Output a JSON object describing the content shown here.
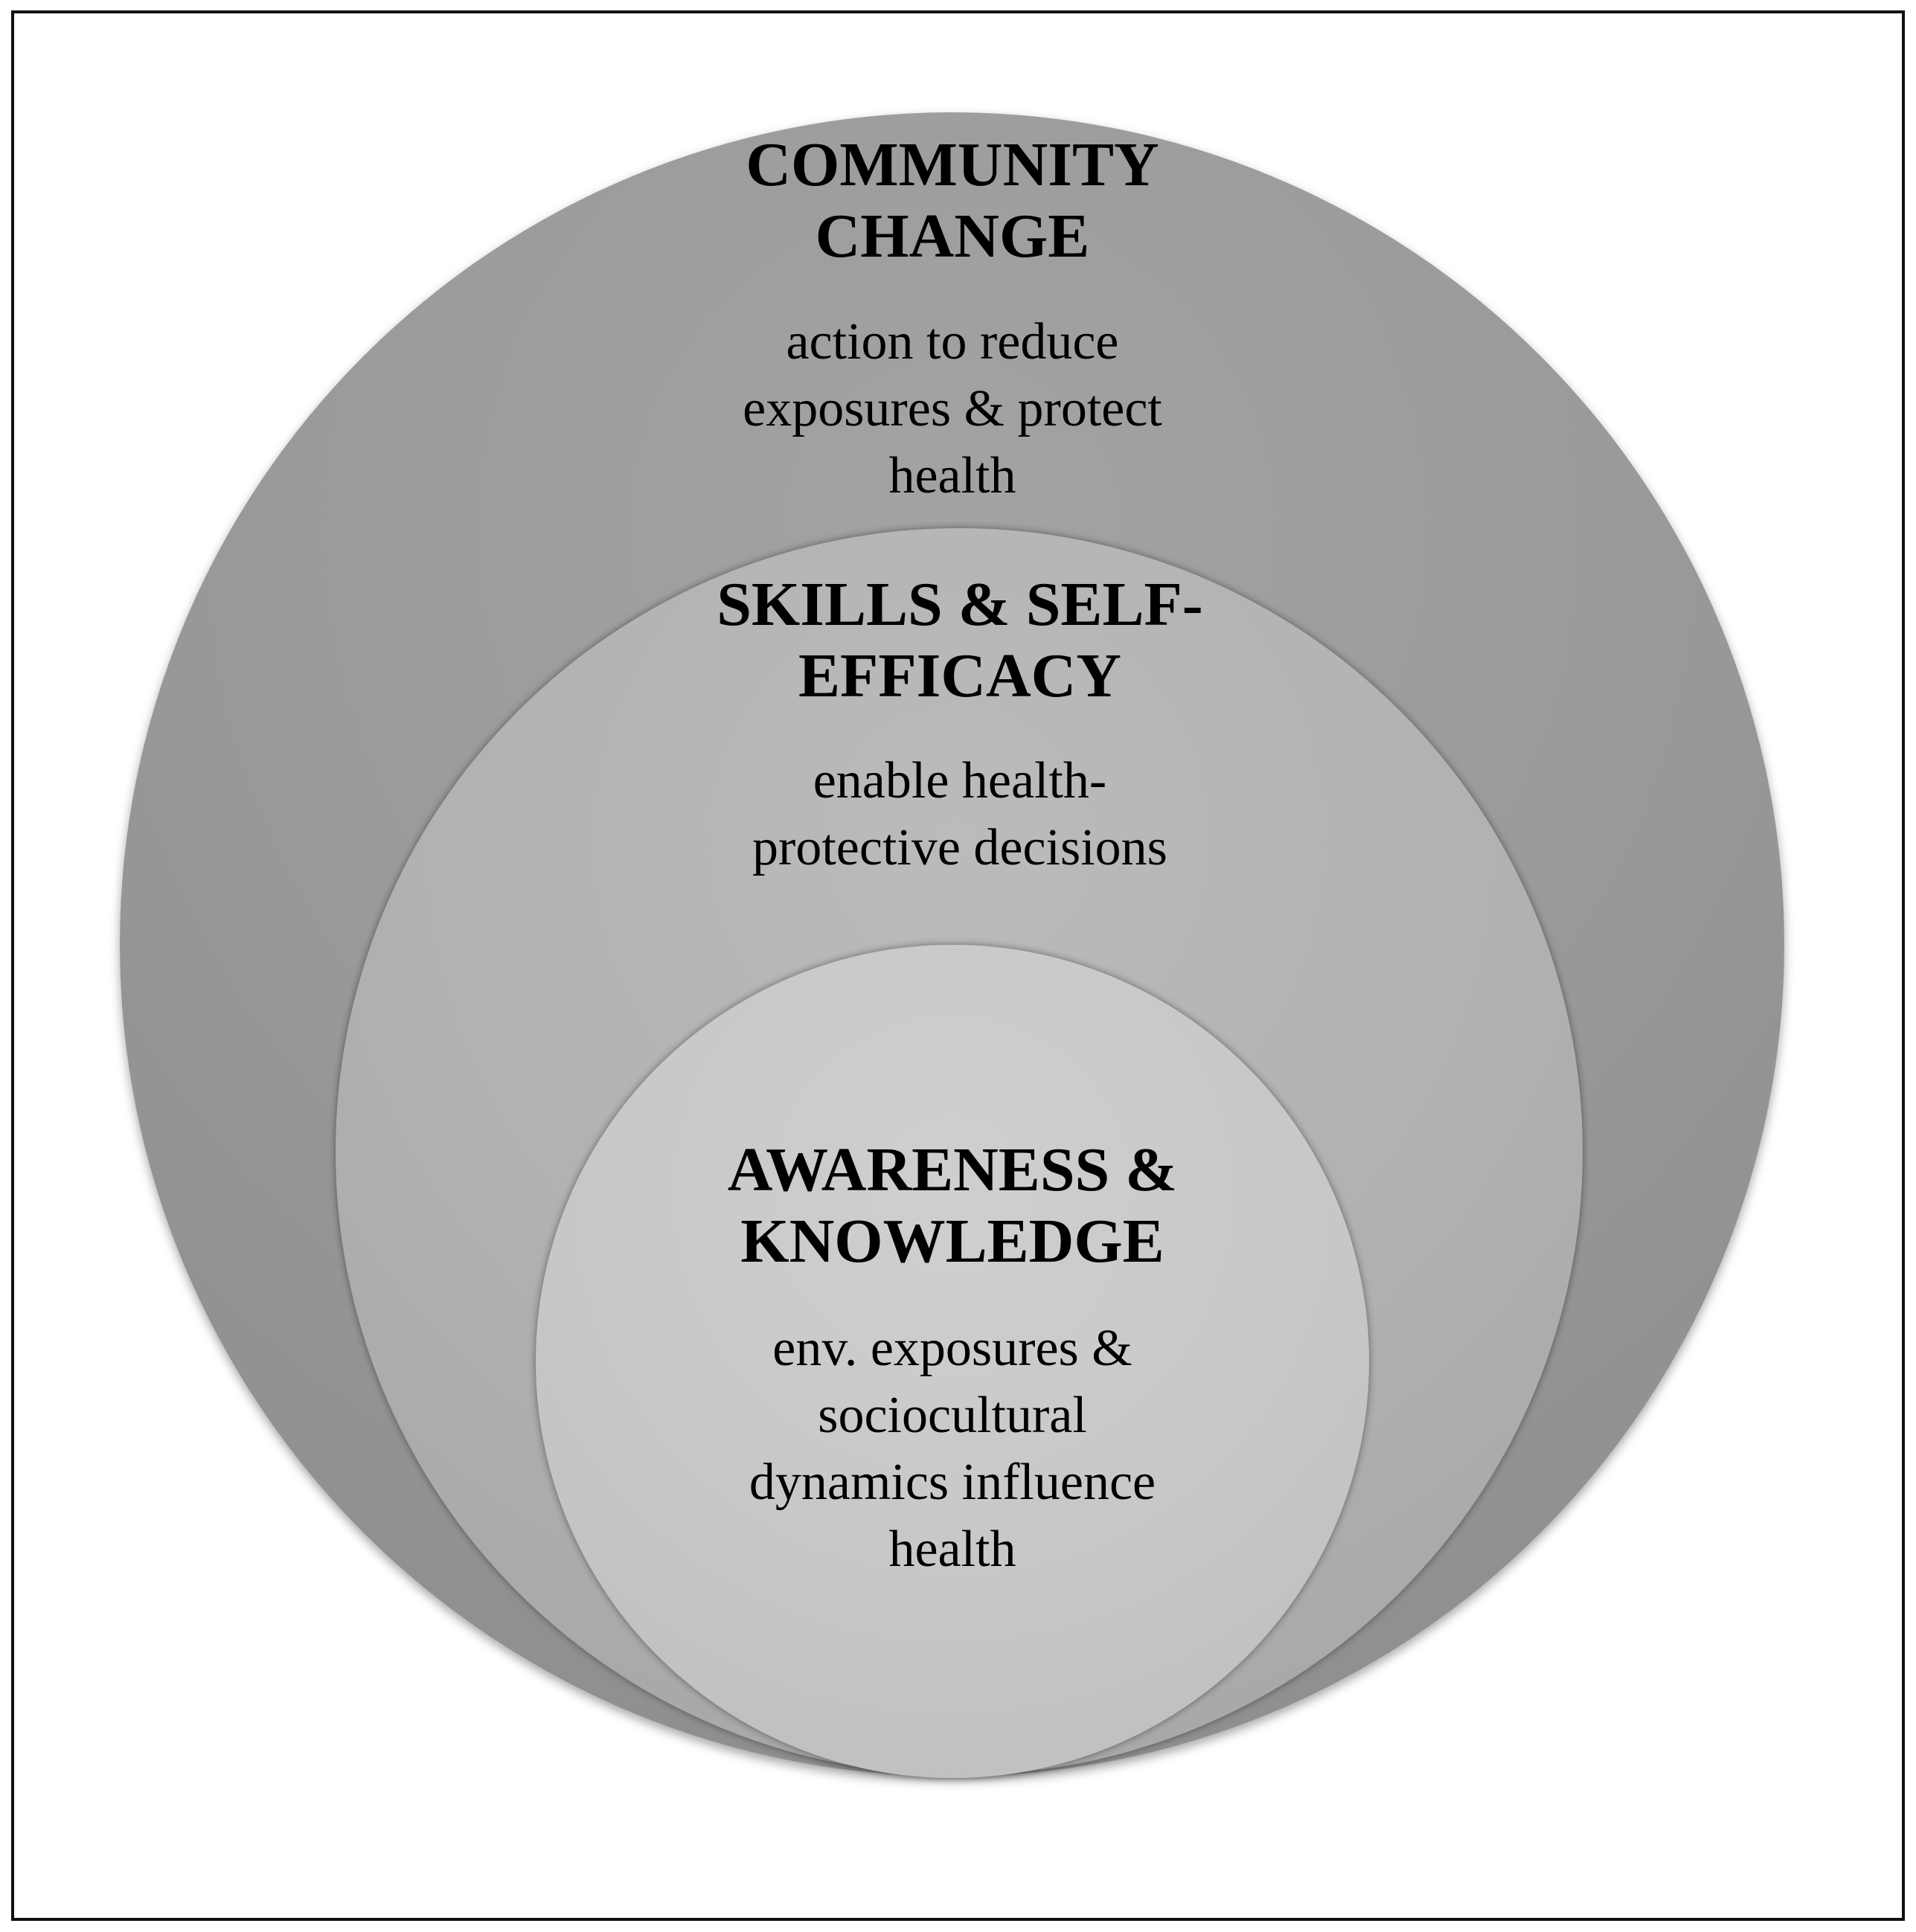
{
  "diagram": {
    "outer": {
      "title_lines": [
        "COMMUNITY",
        "CHANGE"
      ],
      "desc_lines": [
        "action to reduce",
        "exposures & protect",
        "health"
      ]
    },
    "middle": {
      "title_lines": [
        "SKILLS & SELF-",
        "EFFICACY"
      ],
      "desc_lines": [
        "enable health-",
        "protective decisions"
      ]
    },
    "inner": {
      "title_lines": [
        "AWARENESS &",
        "KNOWLEDGE"
      ],
      "desc_lines": [
        "env. exposures &",
        "sociocultural",
        "dynamics influence",
        "health"
      ]
    },
    "colors": {
      "outer_fill": "#9a9a9a",
      "middle_fill": "#b1b1b1",
      "inner_fill": "#c7c7c7",
      "border": "#111111"
    }
  }
}
